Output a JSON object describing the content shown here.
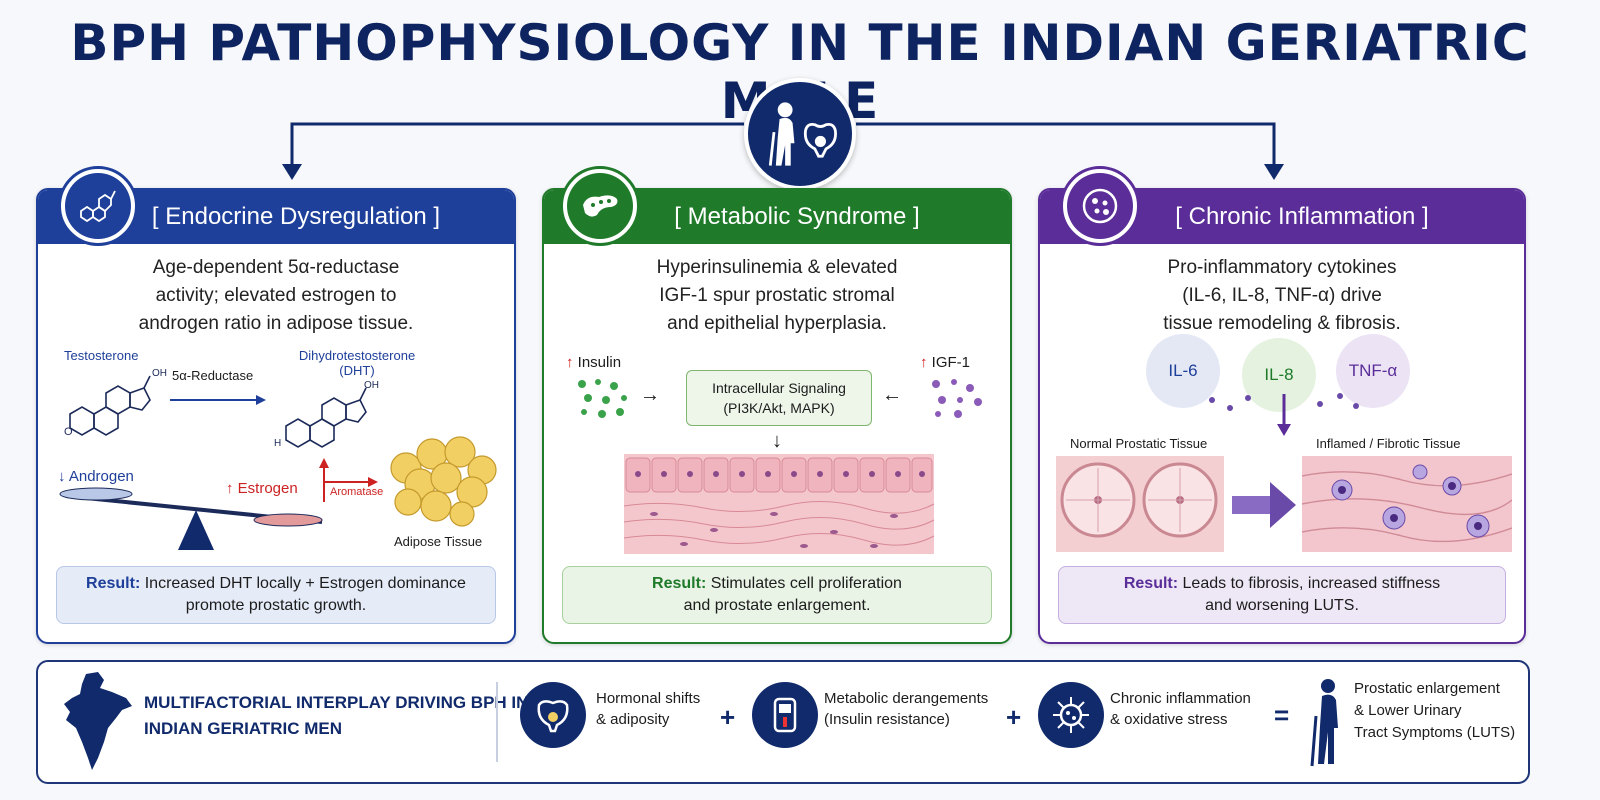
{
  "title": "BPH PATHOPHYSIOLOGY IN THE INDIAN GERIATRIC MALE",
  "colors": {
    "endocrine": "#1e3f9a",
    "metabolic": "#1f7a2a",
    "inflammation": "#5a2d99",
    "navy": "#102a6b"
  },
  "panels": {
    "endocrine": {
      "header": "[ Endocrine Dysregulation ]",
      "icon": "steroid-molecule-icon",
      "desc_lines": [
        "Age-dependent 5α-reductase",
        "activity; elevated estrogen to",
        "androgen ratio in adipose tissue."
      ],
      "testosterone": "Testosterone",
      "enzyme": "5α-Reductase",
      "dht_line1": "Dihydrotestosterone",
      "dht_line2": "(DHT)",
      "oh": "OH",
      "o": "O",
      "h": "H",
      "androgen": "Androgen",
      "estrogen": "Estrogen",
      "aromatase": "Aromatase",
      "adipose": "Adipose Tissue",
      "result_label": "Result:",
      "result_line1": "Increased DHT locally + Estrogen dominance",
      "result_line2": "promote prostatic growth."
    },
    "metabolic": {
      "header": "[ Metabolic Syndrome ]",
      "icon": "pancreas-icon",
      "desc_lines": [
        "Hyperinsulinemia & elevated",
        "IGF-1 spur prostatic stromal",
        "and epithelial hyperplasia."
      ],
      "insulin": "Insulin",
      "igf": "IGF-1",
      "signal_line1": "Intracellular Signaling",
      "signal_line2": "(PI3K/Akt, MAPK)",
      "result_label": "Result:",
      "result_line1": "Stimulates cell proliferation",
      "result_line2": "and prostate enlargement."
    },
    "inflammation": {
      "header": "[ Chronic Inflammation ]",
      "icon": "inflammatory-cell-icon",
      "desc_lines": [
        "Pro-inflammatory cytokines",
        "(IL-6, IL-8, TNF-α) drive",
        "tissue remodeling & fibrosis."
      ],
      "cytokines": [
        "IL-6",
        "IL-8",
        "TNF-α"
      ],
      "normal": "Normal Prostatic Tissue",
      "inflamed": "Inflamed / Fibrotic Tissue",
      "result_label": "Result:",
      "result_line1": "Leads to fibrosis, increased stiffness",
      "result_line2": "and worsening LUTS."
    }
  },
  "bottom": {
    "headline_line1": "MULTIFACTORIAL INTERPLAY DRIVING BPH IN",
    "headline_line2": "INDIAN GERIATRIC MEN",
    "items": [
      {
        "icon": "prostate-icon",
        "line1": "Hormonal shifts",
        "line2": "& adiposity"
      },
      {
        "icon": "glucometer-icon",
        "line1": "Metabolic derangements",
        "line2": "(Insulin resistance)"
      },
      {
        "icon": "virus-icon",
        "line1": "Chronic inflammation",
        "line2": "& oxidative stress"
      }
    ],
    "plus": "+",
    "equals": "=",
    "outcome_line1": "Prostatic enlargement",
    "outcome_line2": "& Lower Urinary",
    "outcome_line3": "Tract Symptoms (LUTS)"
  }
}
